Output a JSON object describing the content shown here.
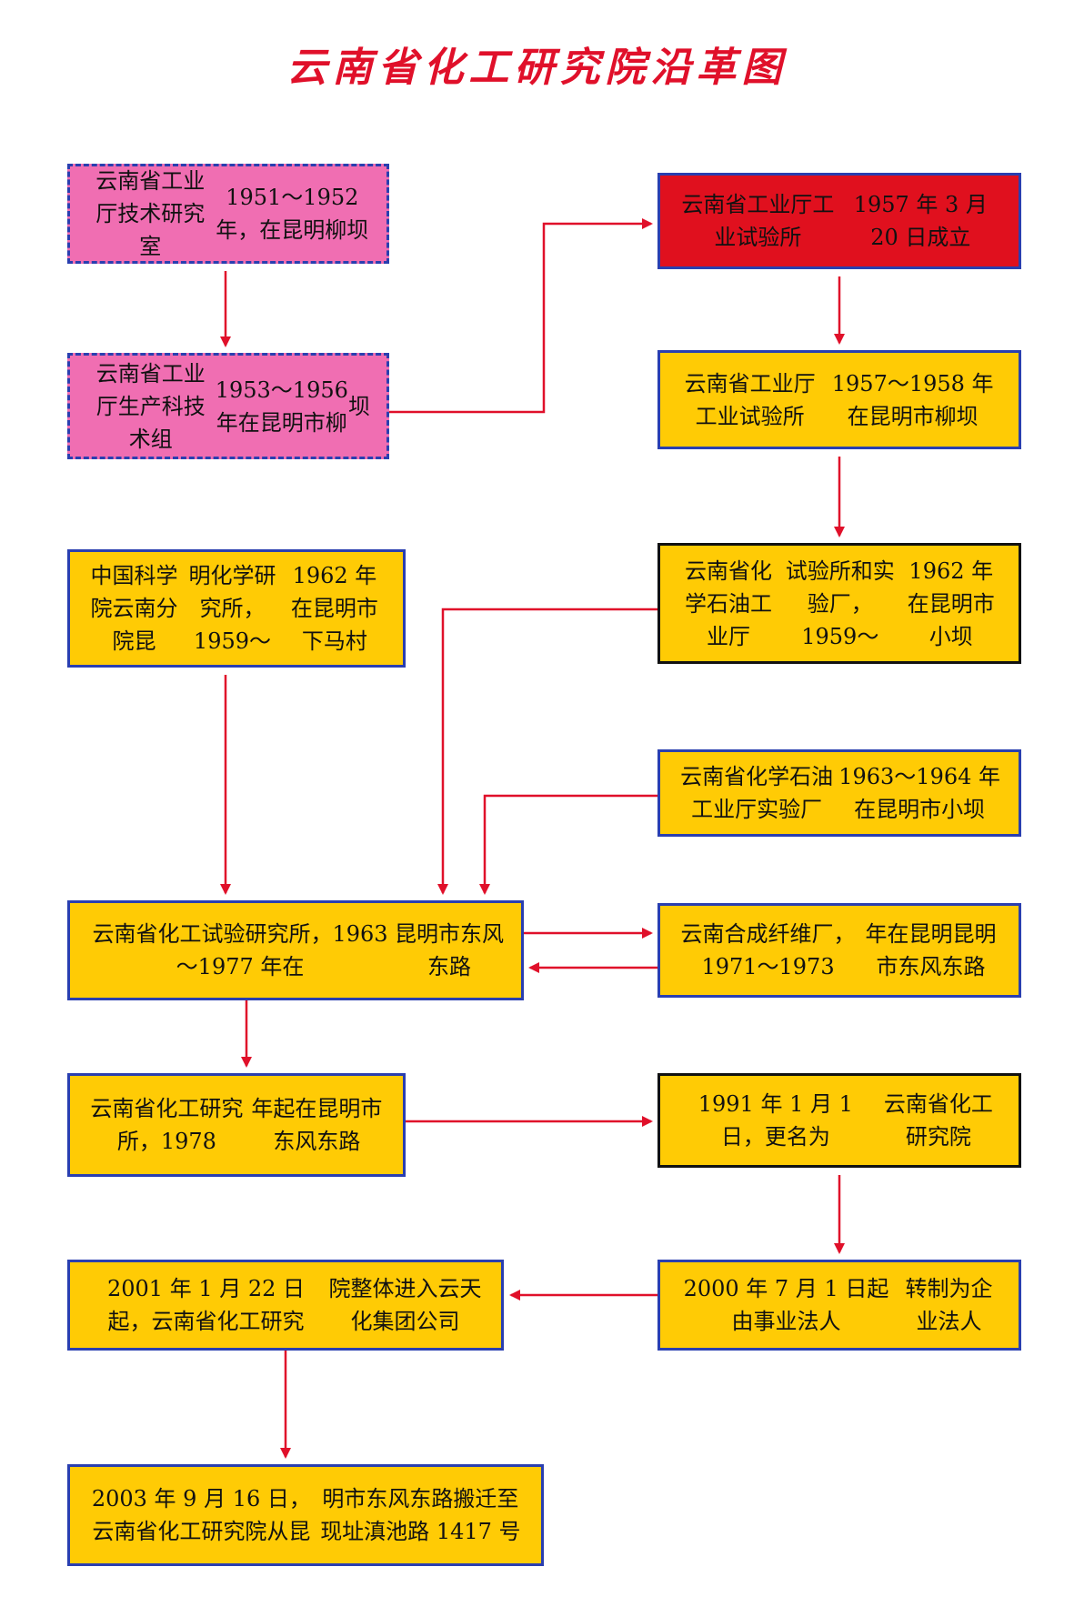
{
  "title": "云南省化工研究院沿革图",
  "colors": {
    "title": "#e0102a",
    "pink": "#f06eb2",
    "red": "#e0101e",
    "yellow": "#ffcb05",
    "arrow": "#e0102a"
  },
  "boxes": {
    "b1": {
      "lines": [
        "云南省工业厅技术研究室",
        "1951～1952 年，在昆明柳坝"
      ]
    },
    "b2": {
      "lines": [
        "云南省工业厅生产科技术组",
        "1953～1956 年在昆明市柳",
        "坝"
      ]
    },
    "b3": {
      "lines": [
        "云南省工业厅工业试验所",
        "1957 年 3 月 20 日成立"
      ]
    },
    "b4": {
      "lines": [
        "云南省工业厅工业试验所",
        "1957～1958 年在昆明市柳坝"
      ]
    },
    "b5": {
      "lines": [
        "中国科学院云南分院昆",
        "明化学研究所，1959～",
        "1962 年在昆明市下马村"
      ]
    },
    "b6": {
      "lines": [
        "云南省化学石油工业厅",
        "试验所和实验厂，1959～",
        "1962 年在昆明市小坝"
      ]
    },
    "b7": {
      "lines": [
        "云南省化学石油工业厅实验厂",
        "1963～1964 年在昆明市小坝"
      ]
    },
    "b8": {
      "lines": [
        "云南省化工试验研究所，1963～1977 年在",
        "昆明市东风东路"
      ]
    },
    "b9": {
      "lines": [
        "云南合成纤维厂，1971～1973",
        "年在昆明昆明市东风东路"
      ]
    },
    "b10": {
      "lines": [
        "云南省化工研究所，1978",
        "年起在昆明市东风东路"
      ]
    },
    "b11": {
      "lines": [
        "1991 年 1 月 1 日，更名为",
        "云南省化工研究院"
      ]
    },
    "b12": {
      "lines": [
        "2000 年 7 月 1 日起由事业法人",
        "转制为企业法人"
      ]
    },
    "b13": {
      "lines": [
        "2001 年 1 月 22 日起，云南省化工研究",
        "院整体进入云天化集团公司"
      ]
    },
    "b14": {
      "lines": [
        "2003 年 9 月 16 日，云南省化工研究院从昆",
        "明市东风东路搬迁至现址滇池路 1417 号"
      ]
    }
  }
}
